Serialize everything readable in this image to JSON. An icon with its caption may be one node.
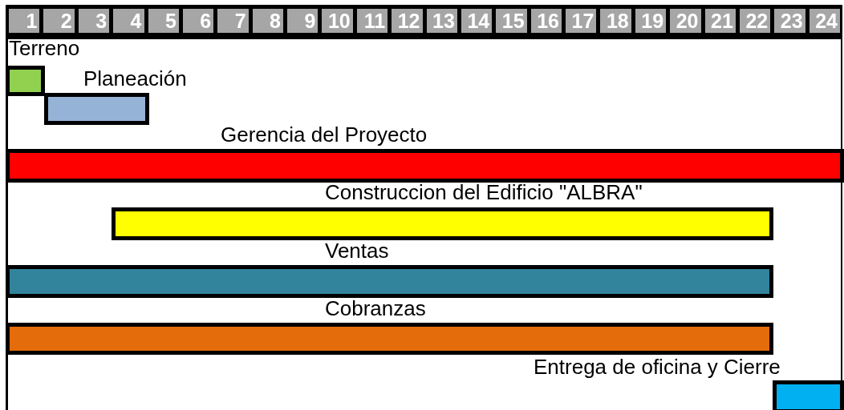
{
  "diagram": {
    "nodes": [
      {
        "text": [
          "Terreno"
        ]
      },
      {
        "text": [
          "Planeación"
        ]
      },
      {
        "text": [
          "Gerencia del Proyecto"
        ]
      },
      {
        "text": [
          "Construccion del Edificio \"ALBRA\""
        ]
      },
      {
        "text": [
          "Ventas"
        ]
      },
      {
        "text": [
          "Cobranzas"
        ]
      },
      {
        "text": [
          "Entrega de oficina y Cierre"
        ]
      }
    ],
    "labels": [
      "1",
      "2",
      "3",
      "4",
      "5",
      "6",
      "7",
      "8",
      "9",
      "10",
      "11",
      "12",
      "13",
      "14",
      "15",
      "16",
      "17",
      "18",
      "19",
      "20",
      "21",
      "22",
      "23",
      "24"
    ]
  }
}
